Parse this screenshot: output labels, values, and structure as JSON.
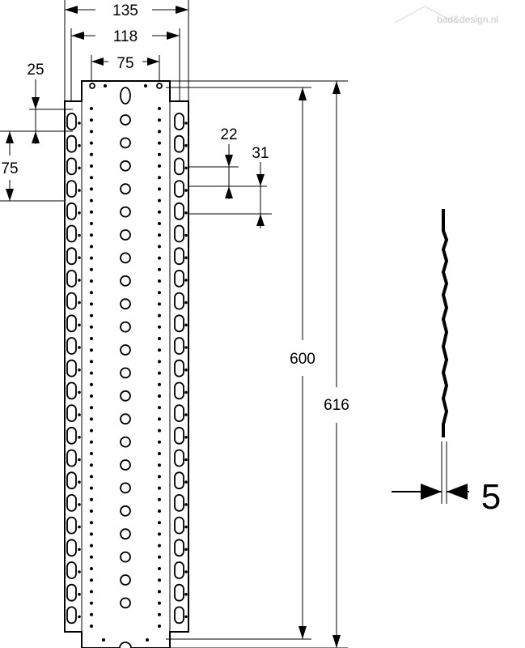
{
  "watermark": {
    "text": "bad&design.nl"
  },
  "dimensions": {
    "total_width": "135",
    "inner_width": "118",
    "top_tab_width": "75",
    "side_offset": "25",
    "side_pitch": "75",
    "slot_pitch": "22",
    "slot_spacing": "31",
    "hole_span": "600",
    "total_height": "616",
    "thickness": "5"
  },
  "colors": {
    "line": "#000000",
    "background": "#ffffff",
    "watermark": "#c8c8c8"
  }
}
